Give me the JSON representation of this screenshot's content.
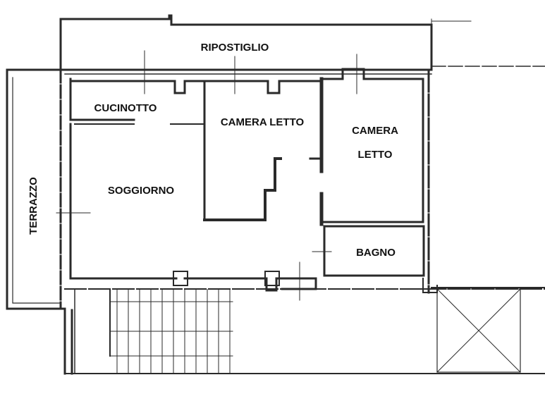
{
  "floor_plan": {
    "rooms": {
      "ripostiglio": "RIPOSTIGLIO",
      "cucinotto": "CUCINOTTO",
      "camera_letto_1": "CAMERA LETTO",
      "camera_letto_2_line1": "CAMERA",
      "camera_letto_2_line2": "LETTO",
      "soggiorno": "SOGGIORNO",
      "terrazzo": "TERRAZZO",
      "bagno": "BAGNO"
    },
    "colors": {
      "wall": "#2a2a2a",
      "background": "#ffffff"
    }
  }
}
